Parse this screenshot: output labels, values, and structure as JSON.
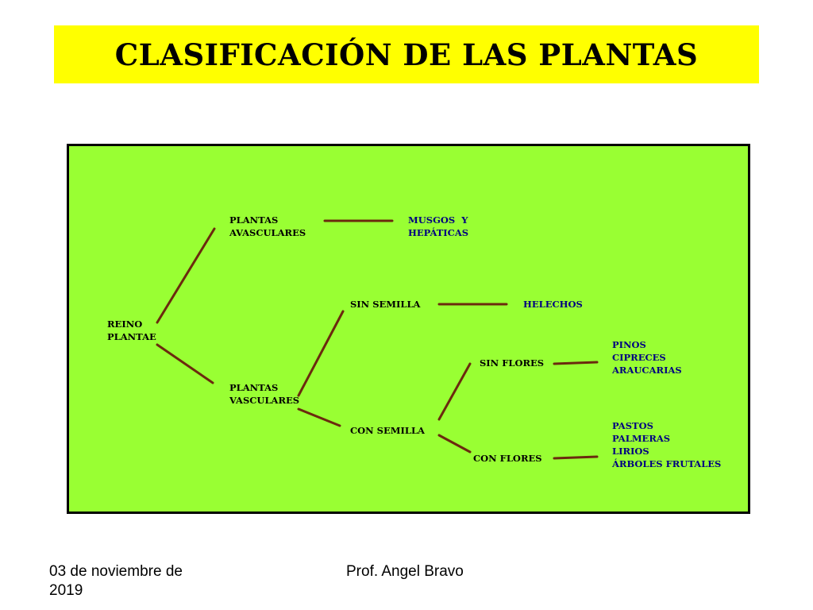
{
  "title": "CLASIFICACIÓN DE LAS PLANTAS",
  "colors": {
    "banner": "#ffff00",
    "panel": "#99ff33",
    "connector": "#6b2a0e",
    "category_text": "#000000",
    "example_text": "#000080"
  },
  "nodes": {
    "reino_plantae": "REINO\nPLANTAE",
    "plantas_avasculares": "PLANTAS\nAVASCULARES",
    "plantas_vasculares": "PLANTAS\nVASCULARES",
    "musgos_hepaticas": "MUSGOS  Y\nHEPÁTICAS",
    "sin_semilla": "SIN SEMILLA",
    "helechos": "HELECHOS",
    "con_semilla": "CON SEMILLA",
    "sin_flores": "SIN FLORES",
    "con_flores": "CON FLORES",
    "pinos_cipreces_araucarias": "PINOS\nCIPRECES\nARAUCARIAS",
    "pastos_palmeras_lirios_arboles": "PASTOS\nPALMERAS\nLIRIOS\nÁRBOLES FRUTALES"
  },
  "edges": [
    [
      "reino_plantae",
      "plantas_avasculares"
    ],
    [
      "reino_plantae",
      "plantas_vasculares"
    ],
    [
      "plantas_avasculares",
      "musgos_hepaticas"
    ],
    [
      "plantas_vasculares",
      "sin_semilla"
    ],
    [
      "plantas_vasculares",
      "con_semilla"
    ],
    [
      "sin_semilla",
      "helechos"
    ],
    [
      "con_semilla",
      "sin_flores"
    ],
    [
      "con_semilla",
      "con_flores"
    ],
    [
      "sin_flores",
      "pinos_cipreces_araucarias"
    ],
    [
      "con_flores",
      "pastos_palmeras_lirios_arboles"
    ]
  ],
  "footer": {
    "date": "03 de noviembre de\n2019",
    "author": "Prof. Angel Bravo"
  }
}
